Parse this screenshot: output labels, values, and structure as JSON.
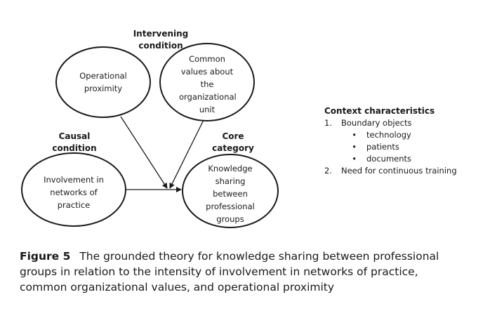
{
  "headers": {
    "intervening": "Intervening condition",
    "causal": "Causal condition",
    "core": "Core category"
  },
  "nodes": {
    "operational_proximity": "Operational proximity",
    "common_values": "Common values about the organizational unit",
    "involvement": "Involvement in networks of practice",
    "knowledge_sharing": "Knowledge sharing between professional groups"
  },
  "context": {
    "title": "Context characteristics",
    "item1_num": "1.",
    "item1": "Boundary objects",
    "bullets": [
      "technology",
      "patients",
      "documents"
    ],
    "bullet_glyph": "•",
    "item2_num": "2.",
    "item2": "Need for continuous training"
  },
  "caption": {
    "label": "Figure 5",
    "text": "The grounded theory for knowledge sharing between professional groups in relation to the intensity of involvement in networks of practice, common organizational values, and operational proximity"
  },
  "colors": {
    "stroke": "#1a1a1a",
    "background": "#ffffff"
  }
}
